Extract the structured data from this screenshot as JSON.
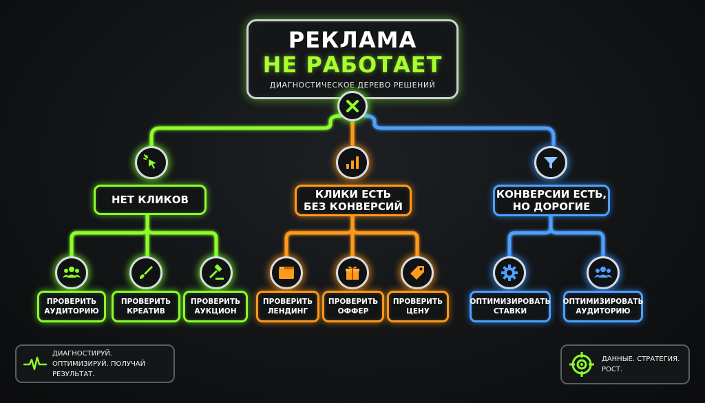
{
  "title": {
    "line1": "РЕКЛАМА",
    "line2": "НЕ РАБОТАЕТ",
    "subtitle": "ДИАГНОСТИЧЕСКОЕ ДЕРЕВО РЕШЕНИЙ",
    "root_icon": "x-mark-icon"
  },
  "colors": {
    "green": "#8cff2a",
    "orange": "#ff9a1c",
    "blue": "#4ea0ff",
    "title_accent": "#a8ff2e"
  },
  "branches": [
    {
      "label": "НЕТ КЛИКОВ",
      "icon": "cursor-click-icon",
      "color": "green",
      "children": [
        {
          "label": "ПРОВЕРИТЬ\nАУДИТОРИЮ",
          "icon": "audience-icon"
        },
        {
          "label": "ПРОВЕРИТЬ\nКРЕАТИВ",
          "icon": "brush-icon"
        },
        {
          "label": "ПРОВЕРИТЬ\nАУКЦИОН",
          "icon": "gavel-icon"
        }
      ]
    },
    {
      "label": "КЛИКИ ЕСТЬ\nБЕЗ КОНВЕРСИЙ",
      "icon": "bar-chart-icon",
      "color": "orange",
      "children": [
        {
          "label": "ПРОВЕРИТЬ\nЛЕНДИНГ",
          "icon": "browser-window-icon"
        },
        {
          "label": "ПРОВЕРИТЬ\nОФФЕР",
          "icon": "gift-icon"
        },
        {
          "label": "ПРОВЕРИТЬ\nЦЕНУ",
          "icon": "price-tag-icon"
        }
      ]
    },
    {
      "label": "КОНВЕРСИИ ЕСТЬ,\nНО ДОРОГИЕ",
      "icon": "funnel-icon",
      "color": "blue",
      "children": [
        {
          "label": "ОПТИМИЗИРОВАТЬ\nСТАВКИ",
          "icon": "gear-icon"
        },
        {
          "label": "ОПТИМИЗИРОВАТЬ\nАУДИТОРИЮ",
          "icon": "audience-icon"
        }
      ]
    }
  ],
  "footer": {
    "left_text": "ДИАГНОСТИРУЙ.\nОПТИМИЗИРУЙ. ПОЛУЧАЙ РЕЗУЛЬТАТ.",
    "left_icon": "pulse-line-icon",
    "right_text": "ДАННЫЕ. СТРАТЕГИЯ.\nРОСТ.",
    "right_icon": "target-icon"
  }
}
